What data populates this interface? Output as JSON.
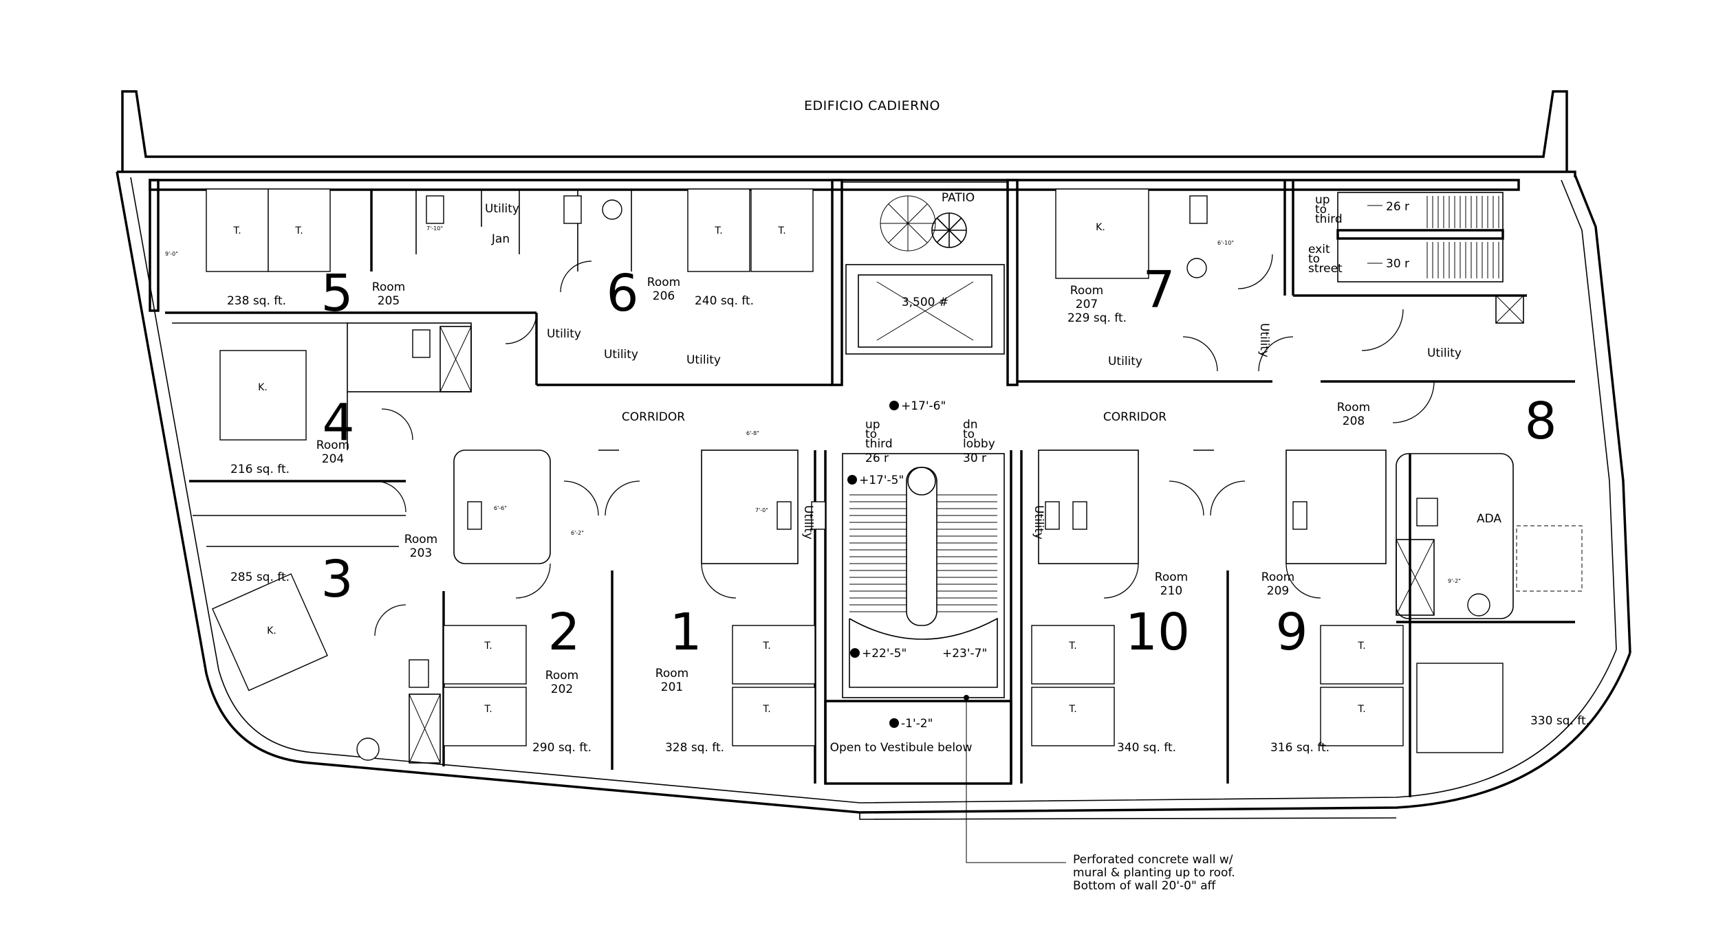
{
  "title": "EDIFICIO CADIERNO",
  "rooms": [
    {
      "key": "r5",
      "number": "5",
      "name": "Room",
      "id": "205",
      "area": "238 sq. ft."
    },
    {
      "key": "r6",
      "number": "6",
      "name": "Room",
      "id": "206",
      "area": "240 sq. ft."
    },
    {
      "key": "r7",
      "number": "7",
      "name": "Room",
      "id": "207",
      "area": "229 sq. ft."
    },
    {
      "key": "r4",
      "number": "4",
      "name": "Room",
      "id": "204",
      "area": "216 sq. ft."
    },
    {
      "key": "r3",
      "number": "3",
      "name": "Room",
      "id": "203",
      "area": "285 sq. ft."
    },
    {
      "key": "r2",
      "number": "2",
      "name": "Room",
      "id": "202",
      "area": "290 sq. ft."
    },
    {
      "key": "r1",
      "number": "1",
      "name": "Room",
      "id": "201",
      "area": "328 sq. ft."
    },
    {
      "key": "r10",
      "number": "10",
      "name": "Room",
      "id": "210",
      "area": "340 sq. ft."
    },
    {
      "key": "r9",
      "number": "9",
      "name": "Room",
      "id": "209",
      "area": "316 sq. ft."
    },
    {
      "key": "r8",
      "number": "8",
      "name": "Room",
      "id": "208",
      "area": "330 sq. ft."
    }
  ],
  "labels": {
    "corridor": "CORRIDOR",
    "utility": "Utility",
    "jan": "Jan",
    "patio": "PATIO",
    "elevator_capacity": "3,500 #",
    "ada": "ADA",
    "bed": "T.",
    "king_bed": "K.",
    "open_to_vestibule": "Open to Vestibule below"
  },
  "stairs": {
    "north_up_lines": [
      "up",
      "to",
      "third"
    ],
    "north_up_risers": "26 r",
    "north_exit_lines": [
      "exit",
      "to",
      "street"
    ],
    "north_exit_risers": "30 r",
    "main_up_lines": [
      "up",
      "to",
      "third",
      "26 r"
    ],
    "main_dn_lines": [
      "dn",
      "to",
      "lobby",
      "30 r"
    ]
  },
  "elevations": [
    "+17'-6\"",
    "+17'-5\"",
    "+22'-5\"",
    "+23'-7\"",
    "-1'-2\""
  ],
  "note_lines": [
    "Perforated concrete wall w/",
    "mural & planting up to roof.",
    "Bottom of wall 20'-0\" aff"
  ],
  "dimensions": [
    "7'-10\"",
    "9'-0\"",
    "6'-6\"",
    "6'-2\"",
    "6'-8\"",
    "7'-0\"",
    "6'-10\"",
    "9'-2\""
  ]
}
